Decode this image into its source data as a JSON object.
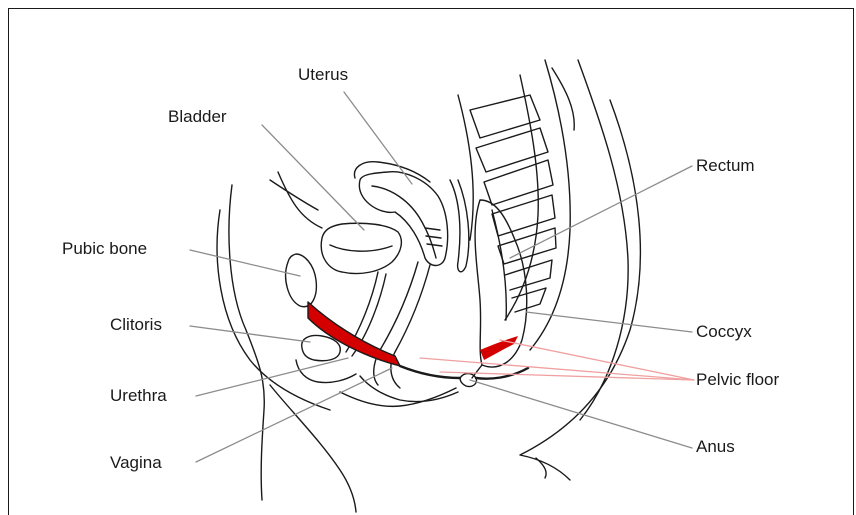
{
  "labels": {
    "uterus": "Uterus",
    "bladder": "Bladder",
    "rectum": "Rectum",
    "pubic_bone": "Pubic bone",
    "clitoris": "Clitoris",
    "coccyx": "Coccyx",
    "urethra": "Urethra",
    "pelvic_floor": "Pelvic floor",
    "vagina": "Vagina",
    "anus": "Anus"
  },
  "colors": {
    "outline": "#1a1a1a",
    "leader_line": "#8c8c8c",
    "pelvic_floor_fill": "#d40000",
    "pelvic_floor_leader": "#f0a0a0"
  }
}
